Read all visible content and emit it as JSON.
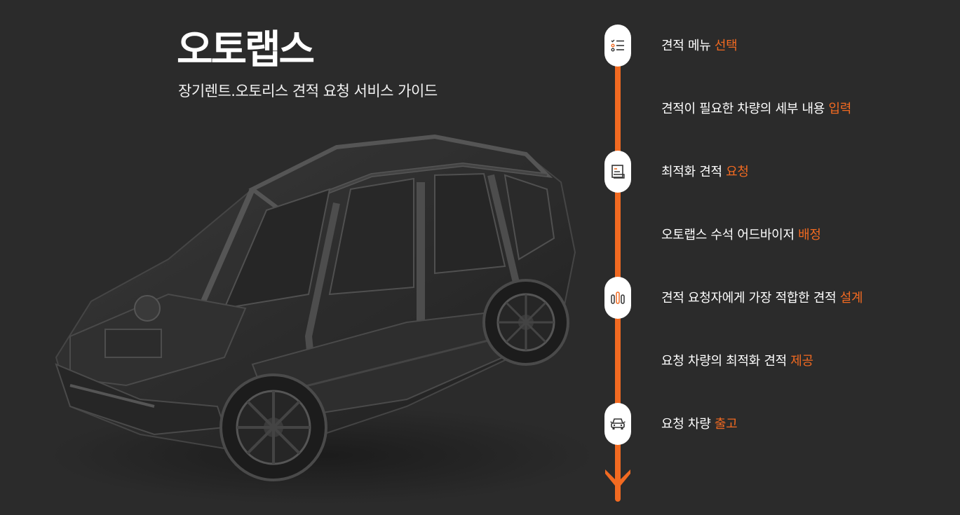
{
  "brand": {
    "title": "오토랩스",
    "subtitle": "장기렌트.오토리스 견적 요청 서비스 가이드"
  },
  "colors": {
    "background": "#2b2b2b",
    "accent": "#f26a21",
    "text": "#ffffff"
  },
  "steps": [
    {
      "text": "견적 메뉴 ",
      "highlight": "선택",
      "icon": "checklist-icon"
    },
    {
      "text": "견적이 필요한 차량의 세부 내용 ",
      "highlight": "입력"
    },
    {
      "text": "최적화 견적 ",
      "highlight": "요청",
      "icon": "document-icon"
    },
    {
      "text": "오토랩스 수석 어드바이저 ",
      "highlight": "배정"
    },
    {
      "text": "견적 요청자에게 가장 적합한 견적 ",
      "highlight": "설계",
      "icon": "chart-bars-icon"
    },
    {
      "text": "요청 차량의 최적화 견적 ",
      "highlight": "제공"
    },
    {
      "text": "요청 차량 ",
      "highlight": "출고",
      "icon": "car-icon"
    }
  ]
}
